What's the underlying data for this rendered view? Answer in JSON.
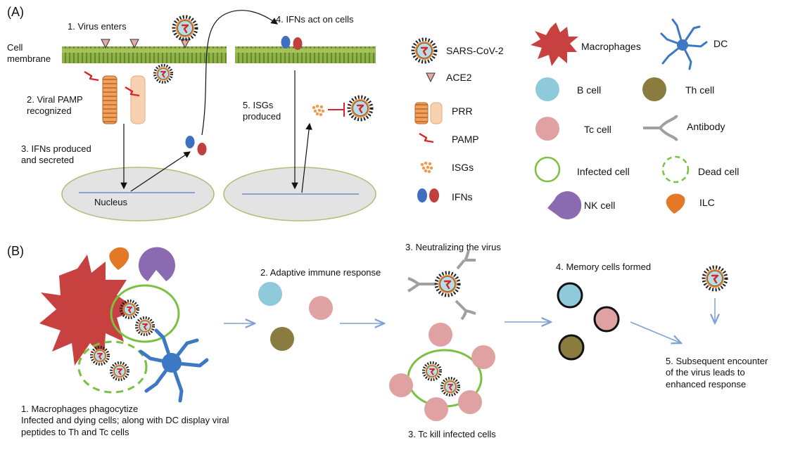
{
  "panel_a": {
    "label": "(A)",
    "cell_membrane": "Cell\nmembrane",
    "step1": "1. Virus enters",
    "step2": "2. Viral PAMP\nrecognized",
    "step3": "3. IFNs produced\nand secreted",
    "step4": "4. IFNs act on cells",
    "step5": "5. ISGs\nproduced",
    "nucleus": "Nucleus"
  },
  "legend": {
    "sars": "SARS-CoV-2",
    "ace2": "ACE2",
    "prr": "PRR",
    "pamp": "PAMP",
    "isgs": "ISGs",
    "ifns": "IFNs",
    "macrophages": "Macrophages",
    "dc": "DC",
    "bcell": "B cell",
    "thcell": "Th cell",
    "tccell": "Tc cell",
    "antibody": "Antibody",
    "infected": "Infected cell",
    "dead": "Dead cell",
    "nk": "NK cell",
    "ilc": "ILC"
  },
  "panel_b": {
    "label": "(B)",
    "step1": "1.    Macrophages phagocytize\nInfected and dying cells; along with DC display viral\npeptides  to  Th and Tc cells",
    "step2": "2. Adaptive immune response",
    "step3a": "3. Neutralizing the virus",
    "step3b": "3. Tc kill infected cells",
    "step4": "4. Memory cells formed",
    "step5": "5. Subsequent encounter\nof the virus leads to\nenhanced response"
  },
  "colors": {
    "membrane": "#7fa038",
    "nucleus_fill": "#e3e3e3",
    "nucleus_edge": "#a9c27a",
    "macrophage": "#c6413f",
    "dc": "#3d78c4",
    "bcell": "#8fcadb",
    "thcell": "#8a7c3f",
    "tccell": "#e0a1a2",
    "antibody": "#a0a0a0",
    "infected": "#7ac142",
    "nk": "#8a6ab0",
    "ilc": "#e37826",
    "ifn_blue": "#3e6fc0",
    "ifn_red": "#c0403e",
    "isg": "#f09a4a",
    "arrow_blue": "#7ea2d4"
  }
}
